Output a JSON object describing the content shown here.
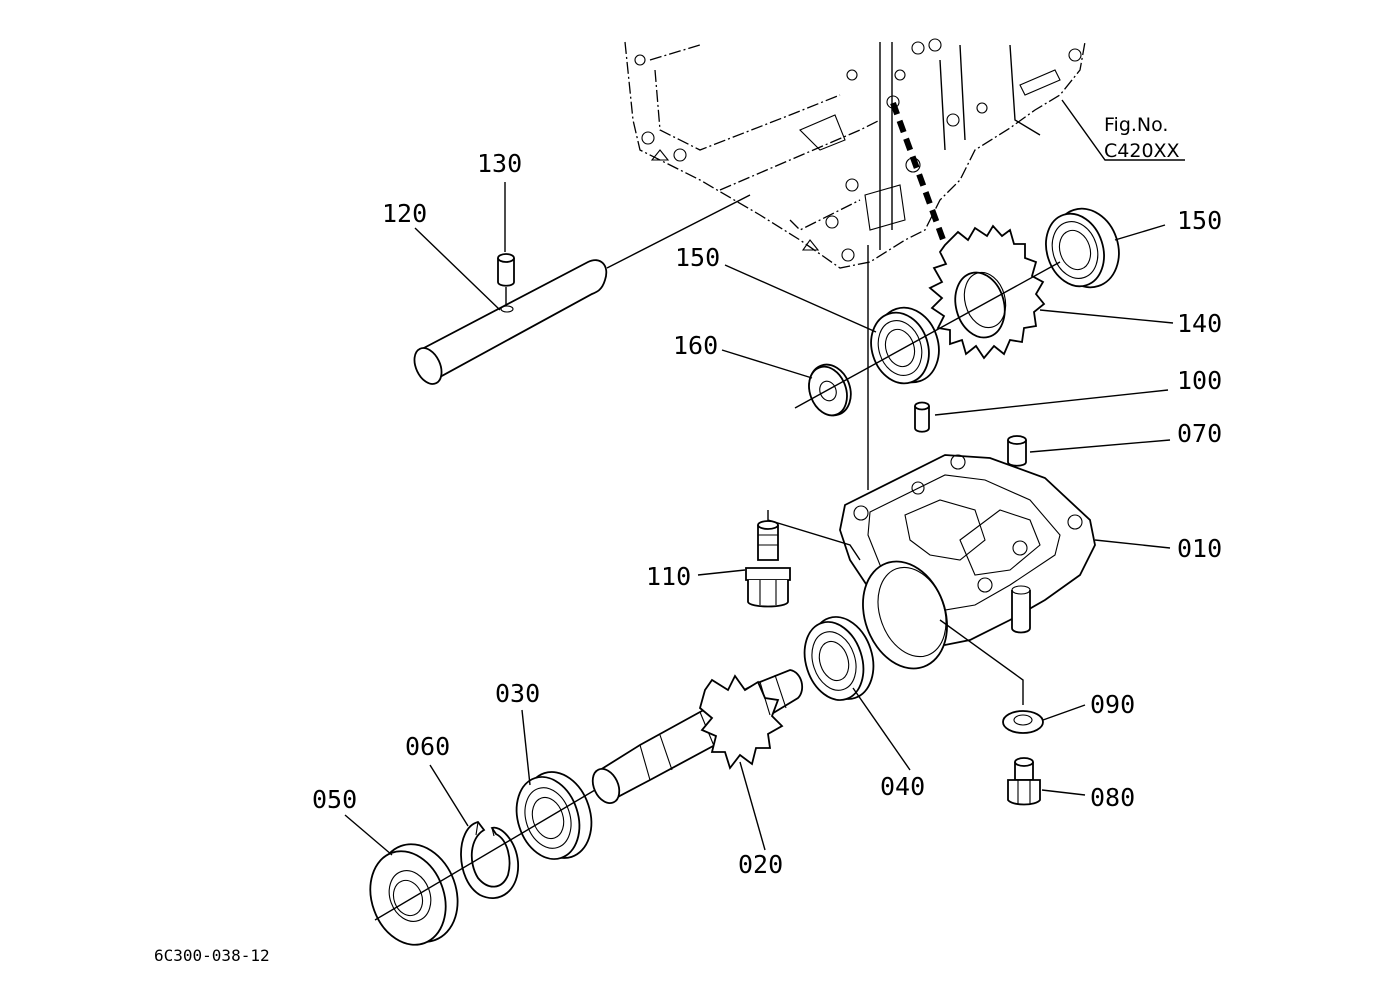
{
  "figure": {
    "fig_label": "Fig.No.",
    "fig_code": "C420XX",
    "drawing_code": "6C300-038-12"
  },
  "parts": [
    {
      "id": "p010",
      "number": "010"
    },
    {
      "id": "p020",
      "number": "020"
    },
    {
      "id": "p030",
      "number": "030"
    },
    {
      "id": "p040",
      "number": "040"
    },
    {
      "id": "p050",
      "number": "050"
    },
    {
      "id": "p060",
      "number": "060"
    },
    {
      "id": "p070",
      "number": "070"
    },
    {
      "id": "p080",
      "number": "080"
    },
    {
      "id": "p090",
      "number": "090"
    },
    {
      "id": "p100",
      "number": "100"
    },
    {
      "id": "p110",
      "number": "110"
    },
    {
      "id": "p120",
      "number": "120"
    },
    {
      "id": "p130",
      "number": "130"
    },
    {
      "id": "p140",
      "number": "140"
    },
    {
      "id": "p150a",
      "number": "150"
    },
    {
      "id": "p150b",
      "number": "150"
    },
    {
      "id": "p160",
      "number": "160"
    }
  ]
}
